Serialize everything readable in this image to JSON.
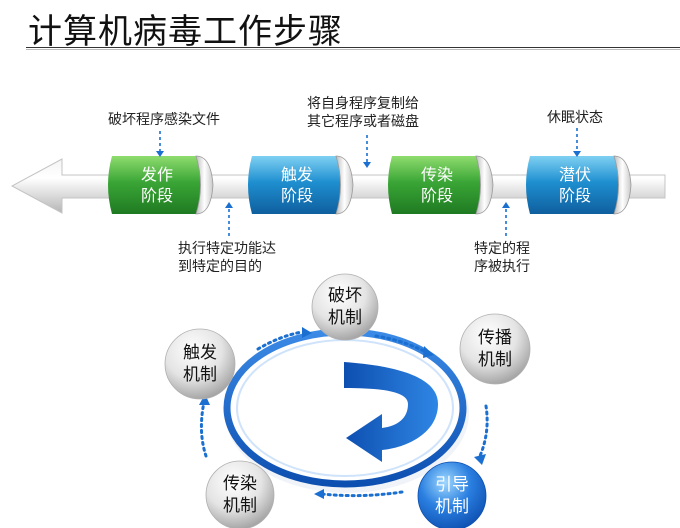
{
  "title": "计算机病毒工作步骤",
  "stages": [
    {
      "label": "发作\n阶段",
      "color": "green"
    },
    {
      "label": "触发\n阶段",
      "color": "blue"
    },
    {
      "label": "传染\n阶段",
      "color": "green"
    },
    {
      "label": "潜伏\n阶段",
      "color": "blue"
    }
  ],
  "notes": {
    "top1": "破坏程序感染文件",
    "top2_line1": "将自身程序复制给",
    "top2_line2": "其它程序或者磁盘",
    "top3": "休眠状态",
    "bottom1_line1": "执行特定功能达",
    "bottom1_line2": "到特定的目的",
    "bottom2_line1": "特定的程",
    "bottom2_line2": "序被执行"
  },
  "mechanisms": [
    {
      "label": "触发\n机制",
      "active": false
    },
    {
      "label": "破坏\n机制",
      "active": false
    },
    {
      "label": "传播\n机制",
      "active": false
    },
    {
      "label": "引导\n机制",
      "active": true
    },
    {
      "label": "传染\n机制",
      "active": false
    }
  ],
  "colors": {
    "green": "#3aa636",
    "blue": "#1f8fd0",
    "dark_blue": "#1560c0",
    "dashes": "#1a6fd0"
  }
}
